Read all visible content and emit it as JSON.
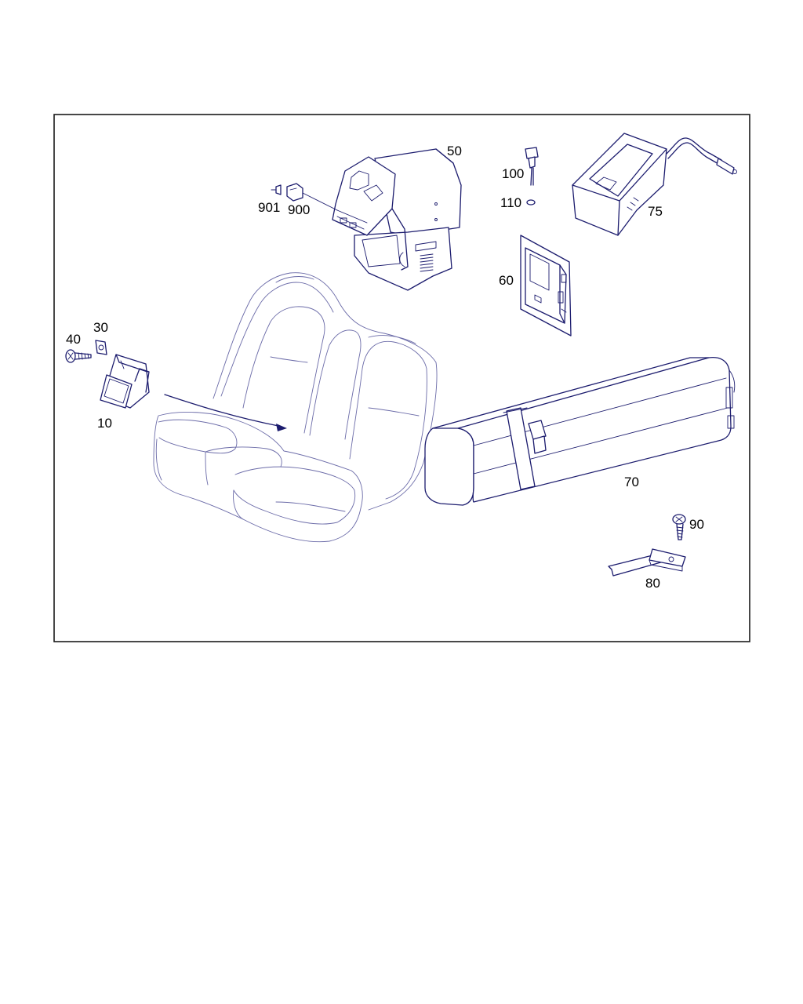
{
  "colors": {
    "line": "#1c1c6e",
    "frame": "#1a1a1a",
    "label": "#000000",
    "background": "#ffffff"
  },
  "callouts": [
    {
      "id": "p50",
      "text": "50"
    },
    {
      "id": "p100",
      "text": "100"
    },
    {
      "id": "p110",
      "text": "110"
    },
    {
      "id": "p75",
      "text": "75"
    },
    {
      "id": "p901",
      "text": "901"
    },
    {
      "id": "p900",
      "text": "900"
    },
    {
      "id": "p60",
      "text": "60"
    },
    {
      "id": "p30",
      "text": "30"
    },
    {
      "id": "p40",
      "text": "40"
    },
    {
      "id": "p10",
      "text": "10"
    },
    {
      "id": "p70",
      "text": "70"
    },
    {
      "id": "p90",
      "text": "90"
    },
    {
      "id": "p80",
      "text": "80"
    }
  ],
  "parts": [
    {
      "id": "part-10",
      "icon": "armrest-bracket-icon"
    },
    {
      "id": "part-30",
      "icon": "clip-nut-icon"
    },
    {
      "id": "part-40",
      "icon": "screw-icon"
    },
    {
      "id": "part-50",
      "icon": "ski-bag-housing-icon"
    },
    {
      "id": "part-60",
      "icon": "cover-panel-icon"
    },
    {
      "id": "part-70",
      "icon": "ski-bag-icon"
    },
    {
      "id": "part-75",
      "icon": "storage-tray-icon"
    },
    {
      "id": "part-80",
      "icon": "bracket-strap-icon"
    },
    {
      "id": "part-90",
      "icon": "screw-icon"
    },
    {
      "id": "part-100",
      "icon": "pin-icon"
    },
    {
      "id": "part-110",
      "icon": "ring-icon"
    },
    {
      "id": "part-900",
      "icon": "connector-icon"
    },
    {
      "id": "part-901",
      "icon": "plug-icon"
    },
    {
      "id": "rear-seat",
      "icon": "rear-seat-icon"
    }
  ]
}
